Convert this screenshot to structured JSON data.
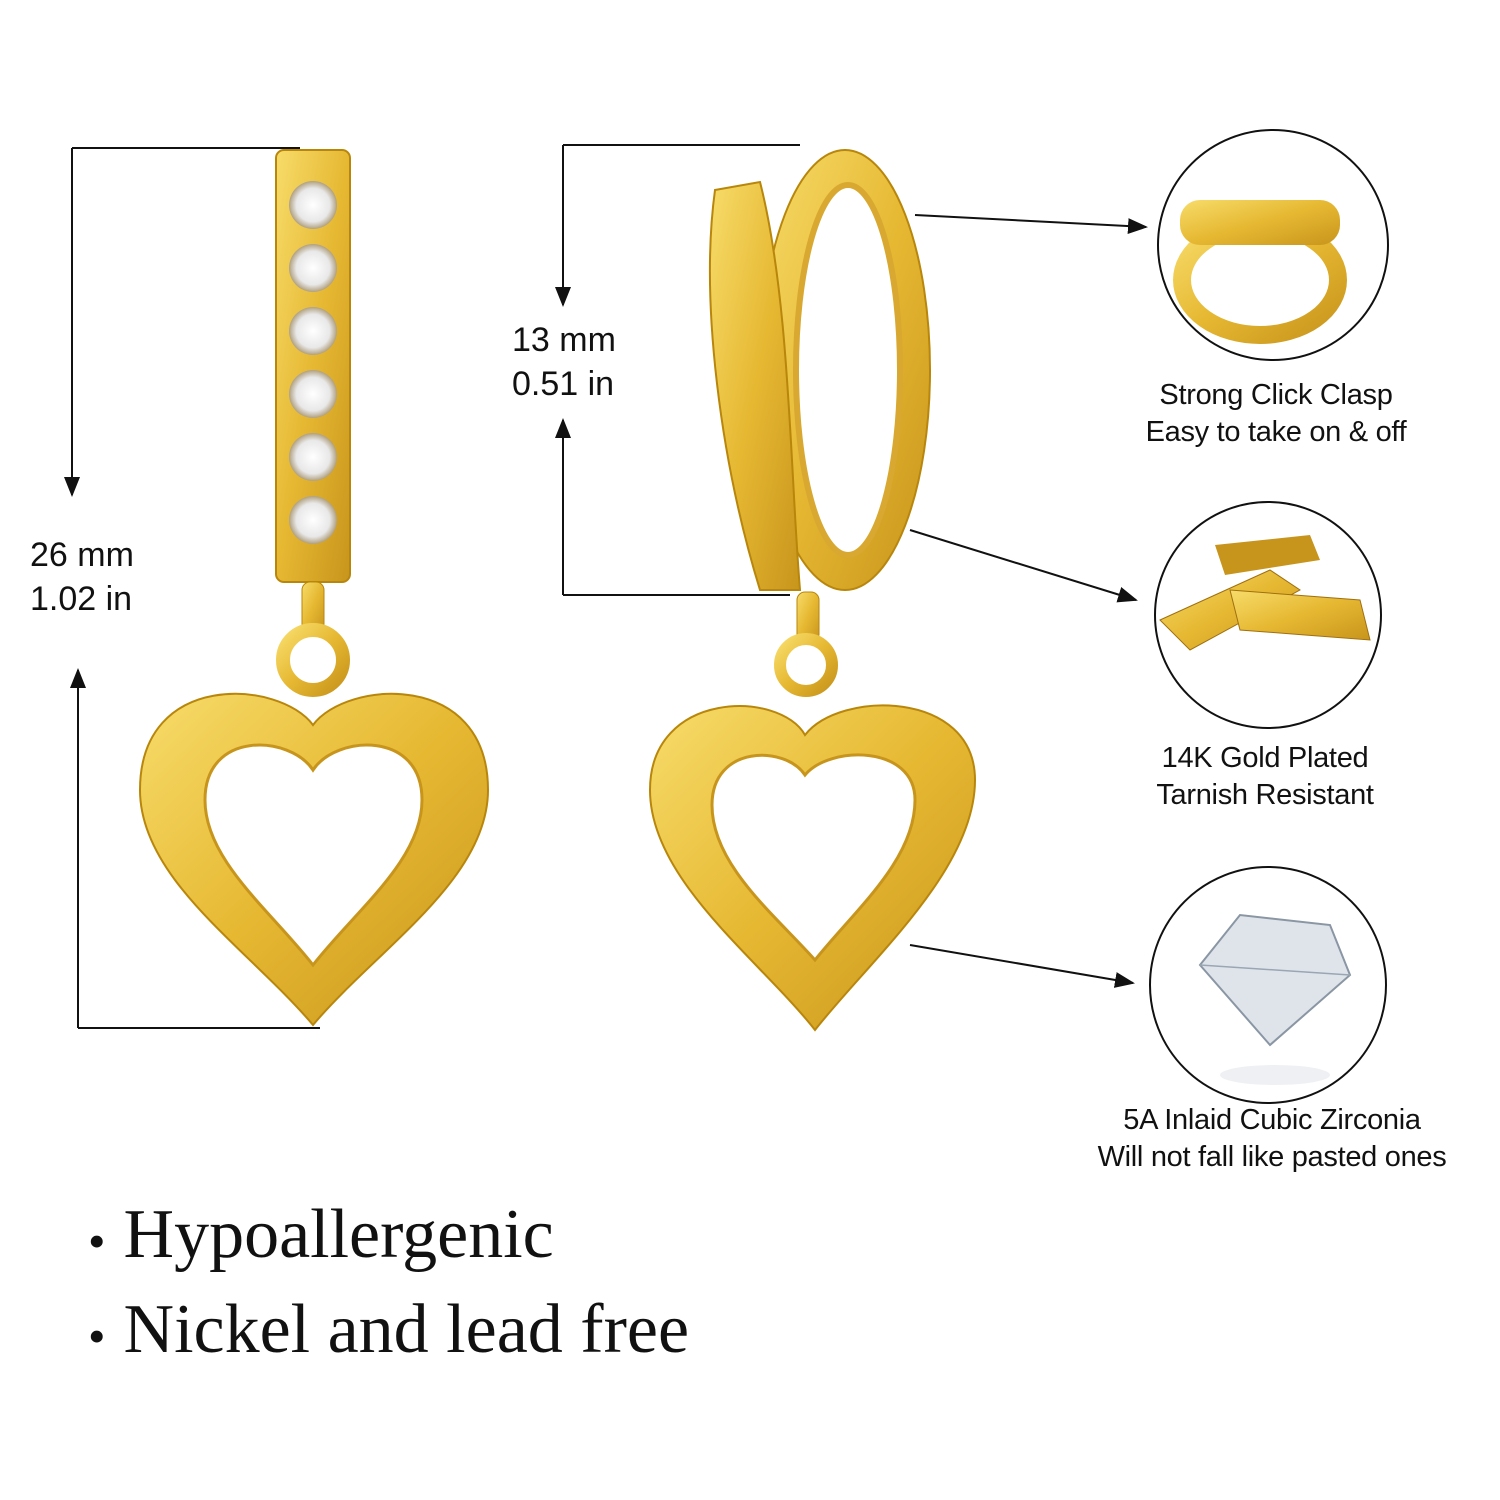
{
  "dimensions": {
    "total_length": {
      "mm": "26 mm",
      "in": "1.02 in"
    },
    "hoop_diameter": {
      "mm": "13 mm",
      "in": "0.51 in"
    }
  },
  "features": [
    {
      "icon": "click-clasp-icon",
      "line1": "Strong Click Clasp",
      "line2": "Easy to take on & off"
    },
    {
      "icon": "gold-bar-icon",
      "line1": "14K Gold Plated",
      "line2": "Tarnish Resistant"
    },
    {
      "icon": "diamond-icon",
      "line1": "5A Inlaid Cubic Zirconia",
      "line2": "Will not fall like pasted ones"
    }
  ],
  "bullets": [
    "Hypoallergenic",
    "Nickel and lead free"
  ],
  "colors": {
    "gold": "#e6b832",
    "gold_dark": "#b8860b",
    "text": "#111111"
  }
}
